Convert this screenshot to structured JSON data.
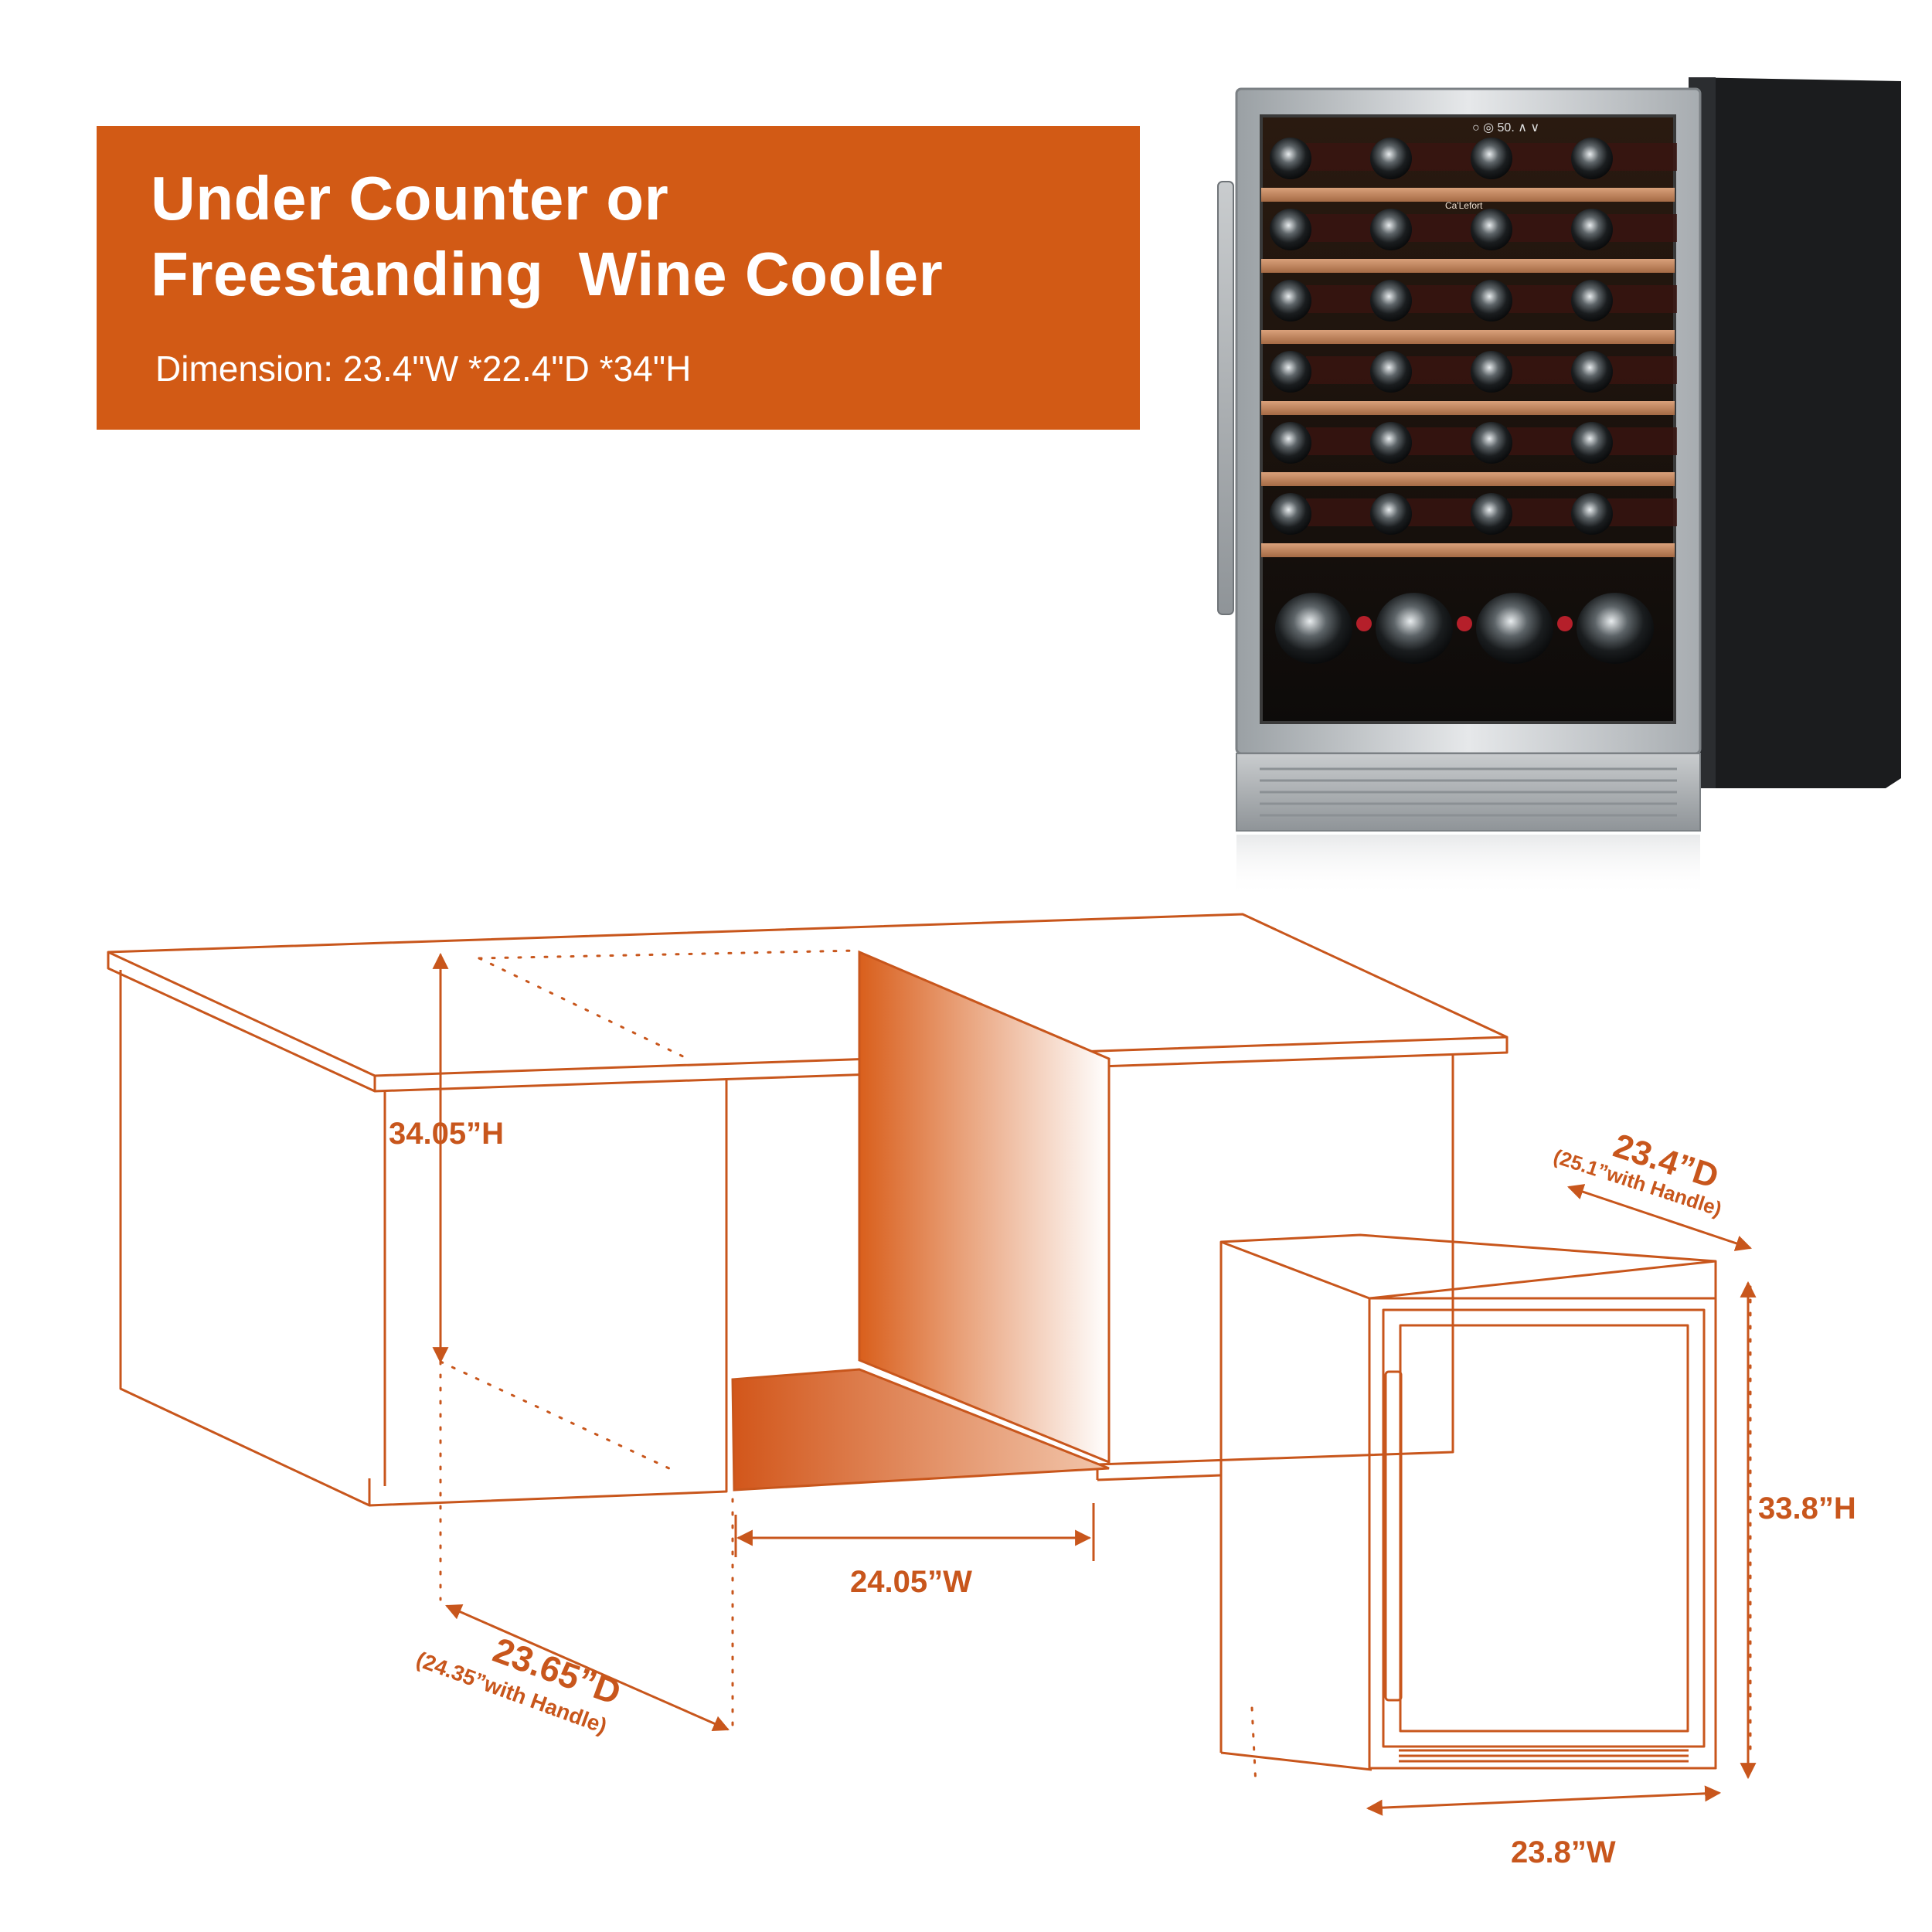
{
  "banner": {
    "title": "Under Counter or\nFreestanding  Wine Cooler",
    "dimension": "Dimension: 23.4\"W *22.4\"D *34\"H"
  },
  "product": {
    "brand": "Ca'Lefort",
    "display": "50°",
    "shelf_rows": 6,
    "bottles_per_row": 4
  },
  "dimensions": {
    "opening_height": "34.05”H",
    "opening_width": "24.05”W",
    "opening_depth": "23.65”D",
    "opening_depth_note": "(24.35”with Handle)",
    "unit_depth": "23.4”D",
    "unit_depth_note": "(25.1”with Handle)",
    "unit_height": "33.8”H",
    "unit_width": "23.8”W"
  },
  "colors": {
    "accent": "#d25a15",
    "line": "#c8561c",
    "text_on_accent": "#ffffff"
  }
}
